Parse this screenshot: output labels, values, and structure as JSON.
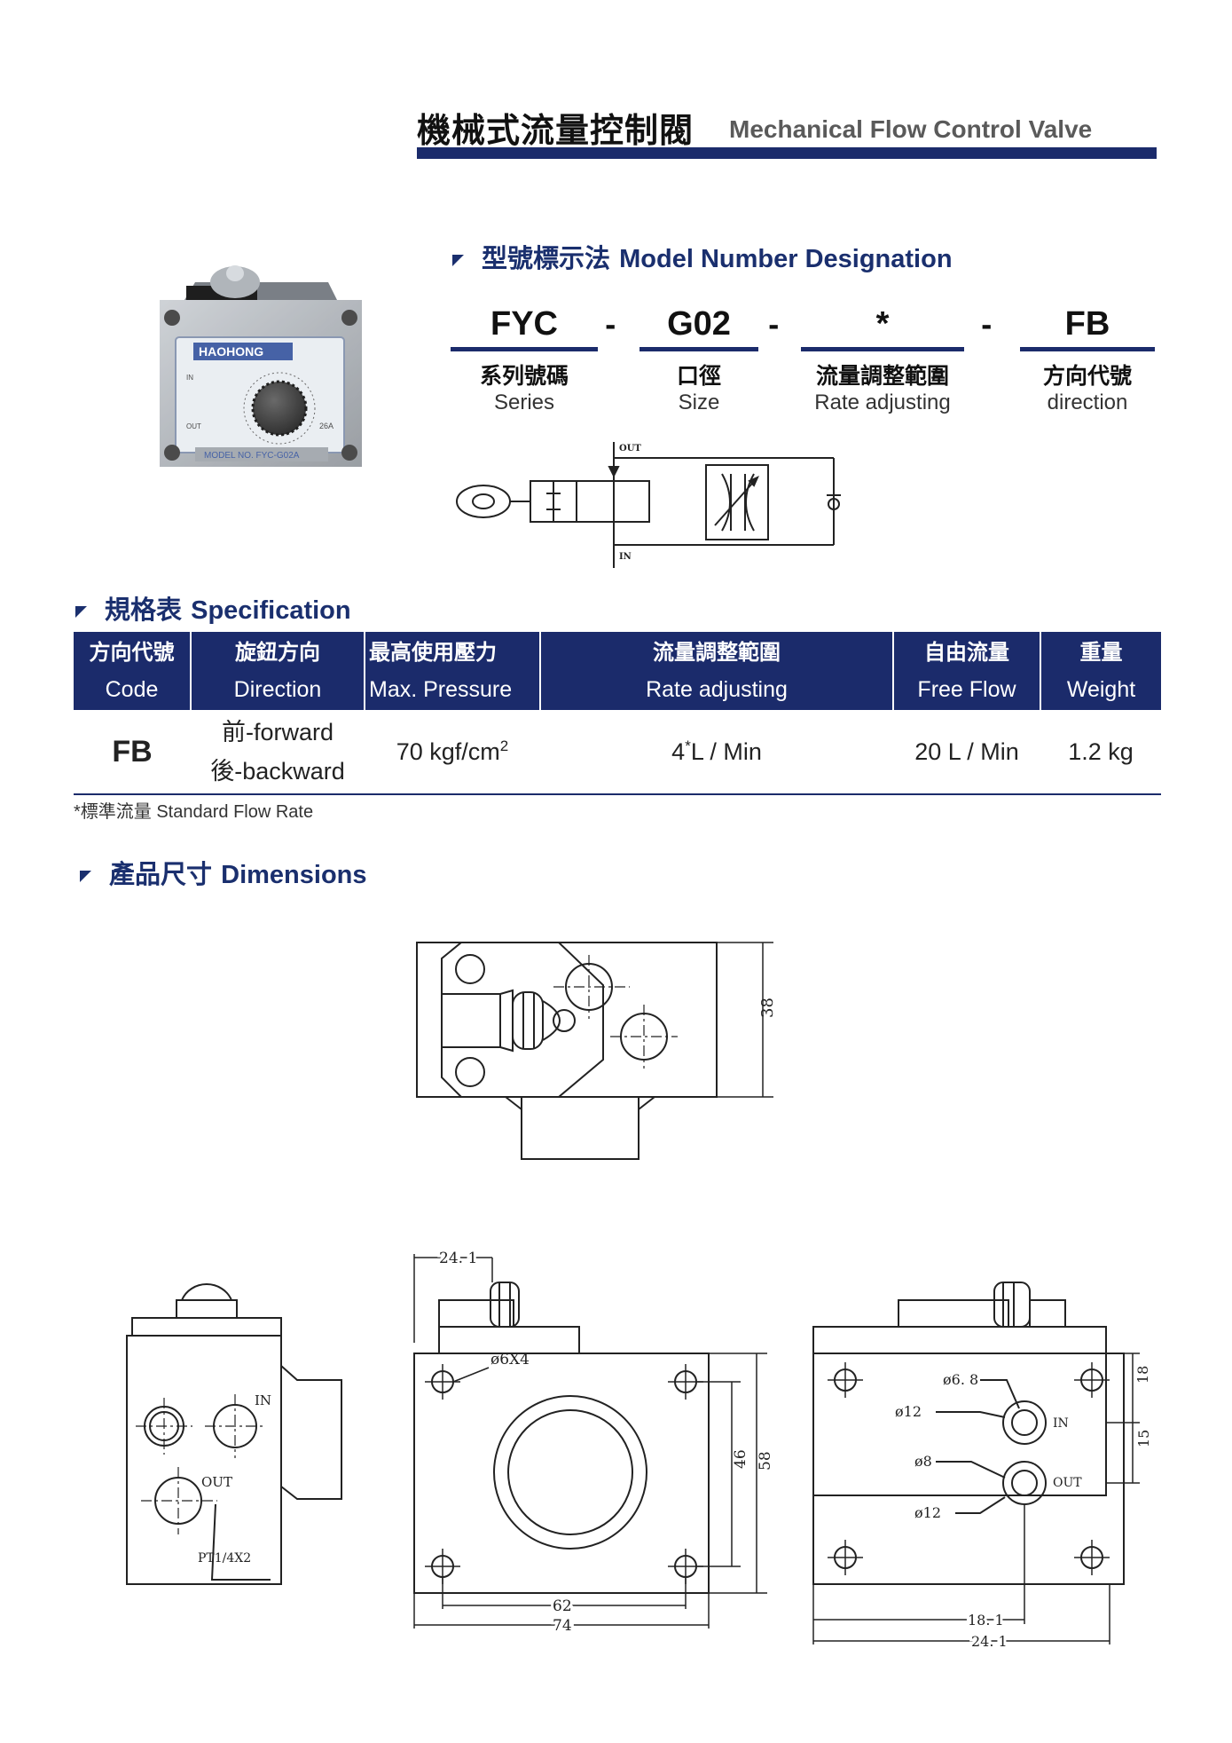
{
  "header": {
    "title_zh": "機械式流量控制閥",
    "title_en": "Mechanical Flow Control Valve"
  },
  "product_photo": {
    "brand": "HAOHONG",
    "port_in": "IN",
    "port_out": "OUT",
    "model_plate": "MODEL NO. FYC-G02A",
    "mark": "26A"
  },
  "model_designation": {
    "title_zh": "型號標示法",
    "title_en": "Model Number Designation",
    "separator": "-",
    "fields": [
      {
        "code": "FYC",
        "label_zh": "系列號碼",
        "label_en": "Series"
      },
      {
        "code": "G02",
        "label_zh": "口徑",
        "label_en": "Size"
      },
      {
        "code": "*",
        "label_zh": "流量調整範圍",
        "label_en": "Rate adjusting"
      },
      {
        "code": "FB",
        "label_zh": "方向代號",
        "label_en": "direction"
      }
    ],
    "symbol": {
      "out": "OUT",
      "in": "IN"
    }
  },
  "specification": {
    "title_zh": "規格表",
    "title_en": "Specification",
    "headers": [
      {
        "zh": "方向代號",
        "en": "Code"
      },
      {
        "zh": "旋鈕方向",
        "en": "Direction"
      },
      {
        "zh": "最高使用壓力",
        "en": "Max. Pressure"
      },
      {
        "zh": "流量調整範圍",
        "en": "Rate adjusting"
      },
      {
        "zh": "自由流量",
        "en": "Free Flow"
      },
      {
        "zh": "重量",
        "en": "Weight"
      }
    ],
    "row": {
      "code": "FB",
      "direction_1": "前-forward",
      "direction_2": "後-backward",
      "pressure": "70 kgf/cm",
      "pressure_exp": "2",
      "rate_value": "4",
      "rate_mark": "*",
      "rate_unit": "L / Min",
      "free_flow": "20 L / Min",
      "weight": "1.2 kg"
    },
    "footnote": "*標準流量 Standard Flow Rate"
  },
  "dimensions": {
    "title_zh": "產品尺寸",
    "title_en": "Dimensions",
    "labels": {
      "top_height": "38",
      "front_offset": "24. 1",
      "holes": "ø6X4",
      "inner_height": "46",
      "outer_height": "58",
      "inner_width": "62",
      "outer_width": "74",
      "side_in": "IN",
      "side_out": "OUT",
      "side_thread": "PT1/4X2",
      "rear_d68": "ø6. 8",
      "rear_d12_top": "ø12",
      "rear_d8": "ø8",
      "rear_d12_bottom": "ø12",
      "rear_in": "IN",
      "rear_out": "OUT",
      "rear_v18": "18",
      "rear_v15": "15",
      "rear_h181": "18. 1",
      "rear_h241": "24. 1"
    }
  }
}
